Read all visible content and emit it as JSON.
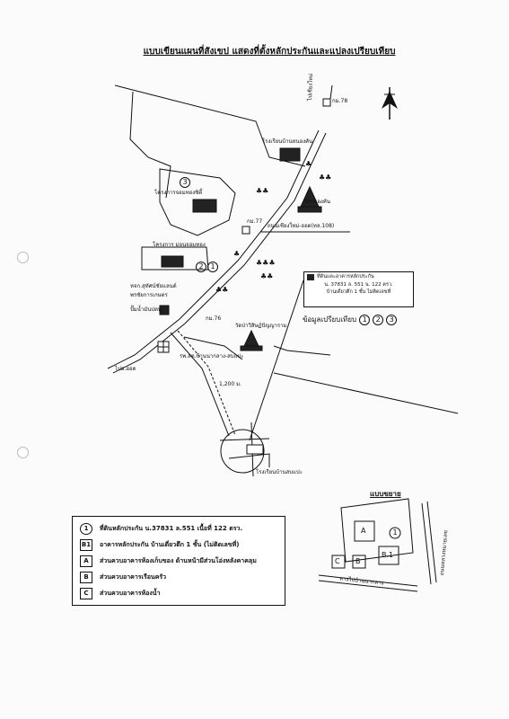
{
  "title": "แบบเขียนแผนที่สังเขป แสดงที่ตั้งหลักประกันและแปลงเปรียบเทียบ",
  "map_labels": {
    "road_top_right": "ไปเชียงใหม่",
    "km78_top": "กม.78",
    "school_top": "โรงเรียนบ้านหนองคัน",
    "project_3": "โครงการจอมทองซิตี้",
    "marker_3": "3",
    "temple_top": "วัดหนองคัน",
    "km77": "กม.77",
    "highway": "ถนนเชียงใหม่-ฮอด(ทล.108)",
    "project_mid": "โครงการ ม่อนจอมทอง",
    "marker_2": "2",
    "marker_1": "1",
    "shop1": "หจก.สุทัศน์ชัยแลนด์",
    "shop2": "พรชัยการเกษตร",
    "gas_station": "ปั๊มน้ำมันปตท.",
    "km76": "กม.76",
    "temple_bottom": "วัดป่าวิสิษฏ์ปัญญาราม",
    "comparison": "ข้อมูลเปรียบเทียบ",
    "comp_1": "1",
    "comp_2": "2",
    "comp_3": "3",
    "road_bottom_left": "ไปอ.ฮอด",
    "hospital": "รพ.สต.บ้านนากลาง-สบแปะ",
    "distance": "1,200 ม.",
    "school_bottom": "โรงเรียนบ้านสบแปะ"
  },
  "callout": {
    "header": "ที่ดินและอาคารหลักประกัน",
    "line1": "น. 37831 ล. 551 น. 122 ตรว.",
    "line2": "บ้านเดี่ยวตึก 1 ชั้น ไม่ติดเลขที่"
  },
  "legend": [
    {
      "symbol": "1",
      "shape": "circle",
      "text": "ที่ดินหลักประกัน น.37831 ล.551 เนื้อที่ 122 ตรว."
    },
    {
      "symbol": "B1",
      "shape": "square",
      "text": "อาคารหลักประกัน บ้านเดี่ยวตึก 1 ชั้น (ไม่ติดเลขที่)"
    },
    {
      "symbol": "A",
      "shape": "square",
      "text": "ส่วนควบอาคารห้องเก็บของ ด้านหน้ามีส่วนโอ่งหลังคาคลุม"
    },
    {
      "symbol": "B",
      "shape": "square",
      "text": "ส่วนควบอาคารเรือนครัว"
    },
    {
      "symbol": "C",
      "shape": "square",
      "text": "ส่วนควบอาคารห้องน้ำ"
    }
  ],
  "detail": {
    "title": "แบบขยาย",
    "marker_1": "1",
    "box_A": "A",
    "box_B": "B",
    "box_C": "C",
    "box_B1": "B.1",
    "road_right": "ถนนหลวงหมายเลข",
    "road_bottom": "ทางไปบ้านนากลาง"
  }
}
